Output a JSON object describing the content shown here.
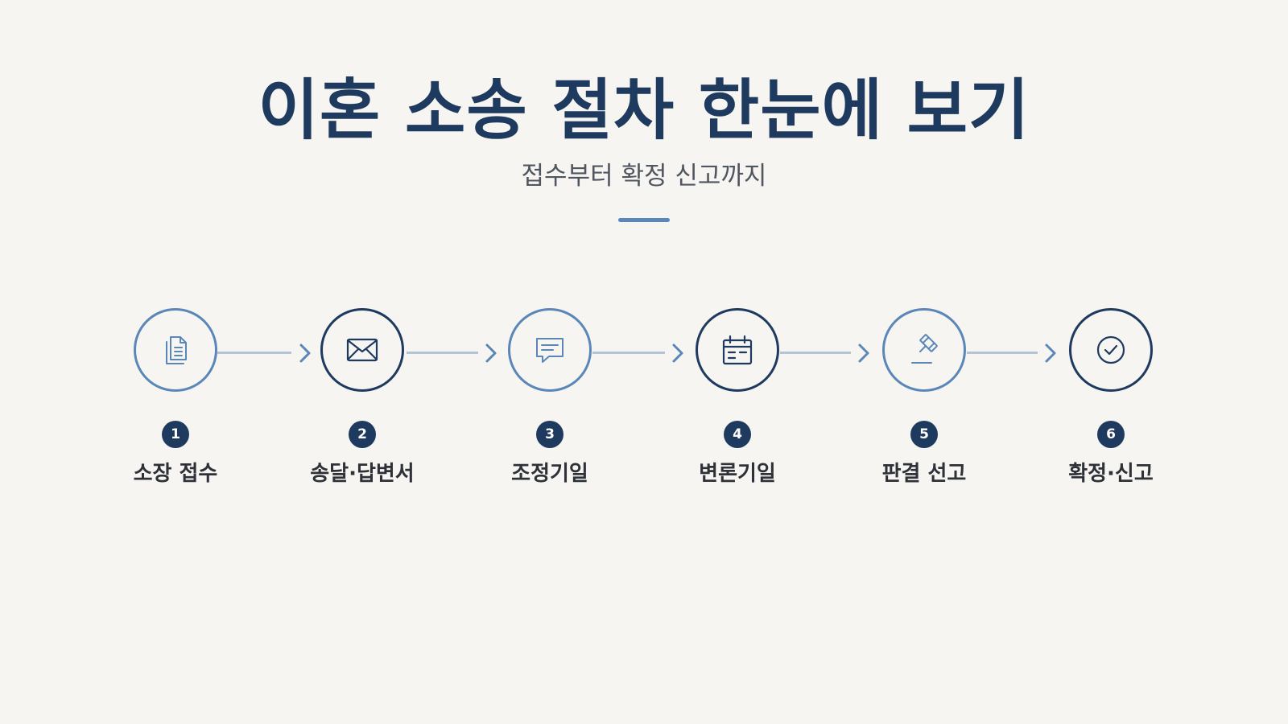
{
  "header": {
    "title": "이혼 소송 절차 한눈에 보기",
    "subtitle": "접수부터 확정 신고까지"
  },
  "colors": {
    "background": "#f6f5f1",
    "navy": "#1f3a5f",
    "accent_blue": "#5a87b8",
    "connector": "#b3c4d6"
  },
  "steps": [
    {
      "number": "1",
      "label": "소장 접수",
      "icon": "document-icon",
      "style": "light"
    },
    {
      "number": "2",
      "label": "송달·답변서",
      "icon": "envelope-icon",
      "style": "dark"
    },
    {
      "number": "3",
      "label": "조정기일",
      "icon": "chat-bubble-icon",
      "style": "light"
    },
    {
      "number": "4",
      "label": "변론기일",
      "icon": "calendar-icon",
      "style": "dark"
    },
    {
      "number": "5",
      "label": "판결 선고",
      "icon": "gavel-icon",
      "style": "light"
    },
    {
      "number": "6",
      "label": "확정·신고",
      "icon": "check-circle-icon",
      "style": "dark"
    }
  ]
}
